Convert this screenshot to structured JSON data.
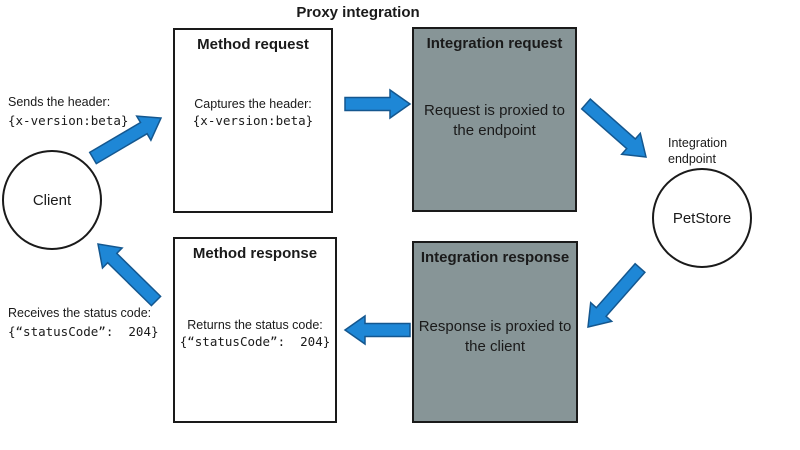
{
  "title": "Proxy integration",
  "colors": {
    "arrow_fill": "#1E87D6",
    "arrow_stroke": "#14578F",
    "integration_box_fill": "#879597",
    "box_border": "#1A1A1A",
    "background": "#FFFFFF"
  },
  "client": {
    "label": "Client"
  },
  "endpoint": {
    "label": "PetStore",
    "caption_line1": "Integration",
    "caption_line2": "endpoint"
  },
  "boxes": {
    "method_request": {
      "title": "Method request",
      "body_line1": "Captures the header:",
      "code": "{x-version:beta}"
    },
    "integration_request": {
      "title": "Integration request",
      "body_line1": "Request is proxied to",
      "body_line2": "the endpoint"
    },
    "method_response": {
      "title": "Method response",
      "body_line1": "Returns the status code:",
      "code": "{“statusCode”:  204}"
    },
    "integration_response": {
      "title": "Integration response",
      "body_line1": "Response is proxied to",
      "body_line2": "the client"
    }
  },
  "annotations": {
    "sends": {
      "line1": "Sends the header:",
      "code": "{x-version:beta}"
    },
    "receives": {
      "line1": "Receives the status code:",
      "code": "{“statusCode”:  204}"
    }
  },
  "arrows": [
    {
      "from": "Client",
      "to": "Method request"
    },
    {
      "from": "Method request",
      "to": "Integration request"
    },
    {
      "from": "Integration request",
      "to": "Integration endpoint"
    },
    {
      "from": "Integration endpoint",
      "to": "Integration response"
    },
    {
      "from": "Integration response",
      "to": "Method response"
    },
    {
      "from": "Method response",
      "to": "Client"
    }
  ]
}
